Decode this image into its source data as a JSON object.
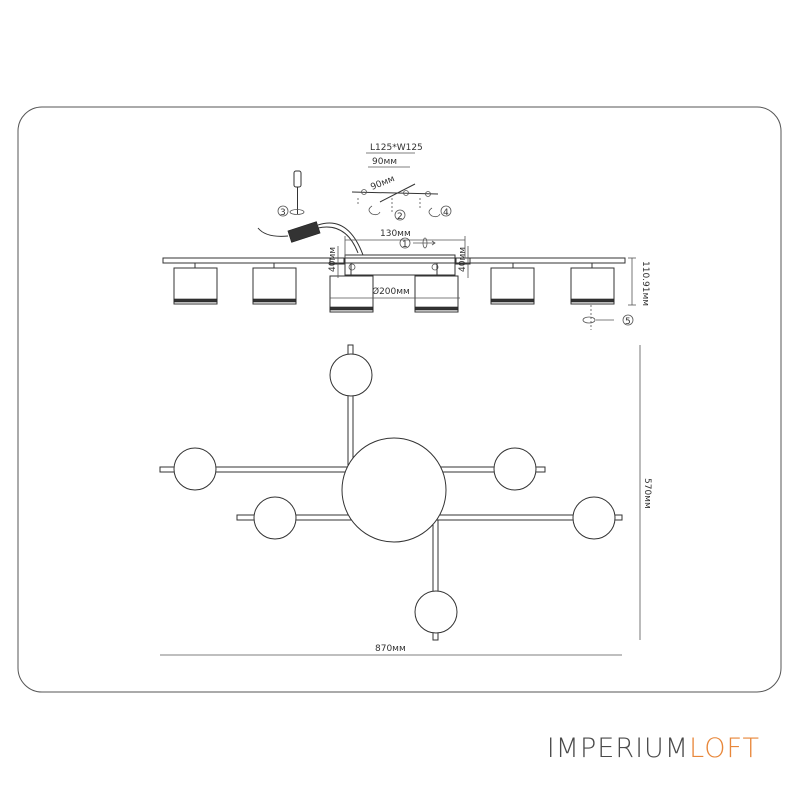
{
  "brand": {
    "name_part1": "IMPERIUM",
    "name_part2": "LOFT",
    "color_part1": "#4a4a4a",
    "color_part2": "#e8873a"
  },
  "install": {
    "plate_size": "L125*W125",
    "hole_spacing_1": "90мм",
    "hole_spacing_2": "90мм",
    "steps": [
      "1",
      "2",
      "3",
      "4",
      "5"
    ]
  },
  "side_view": {
    "canopy_width": "130мм",
    "canopy_height_left": "40мм",
    "canopy_height_right": "40мм",
    "canopy_diameter": "Ø200мм",
    "total_height": "110.91мм"
  },
  "top_view": {
    "width": "870мм",
    "depth": "570мм"
  }
}
